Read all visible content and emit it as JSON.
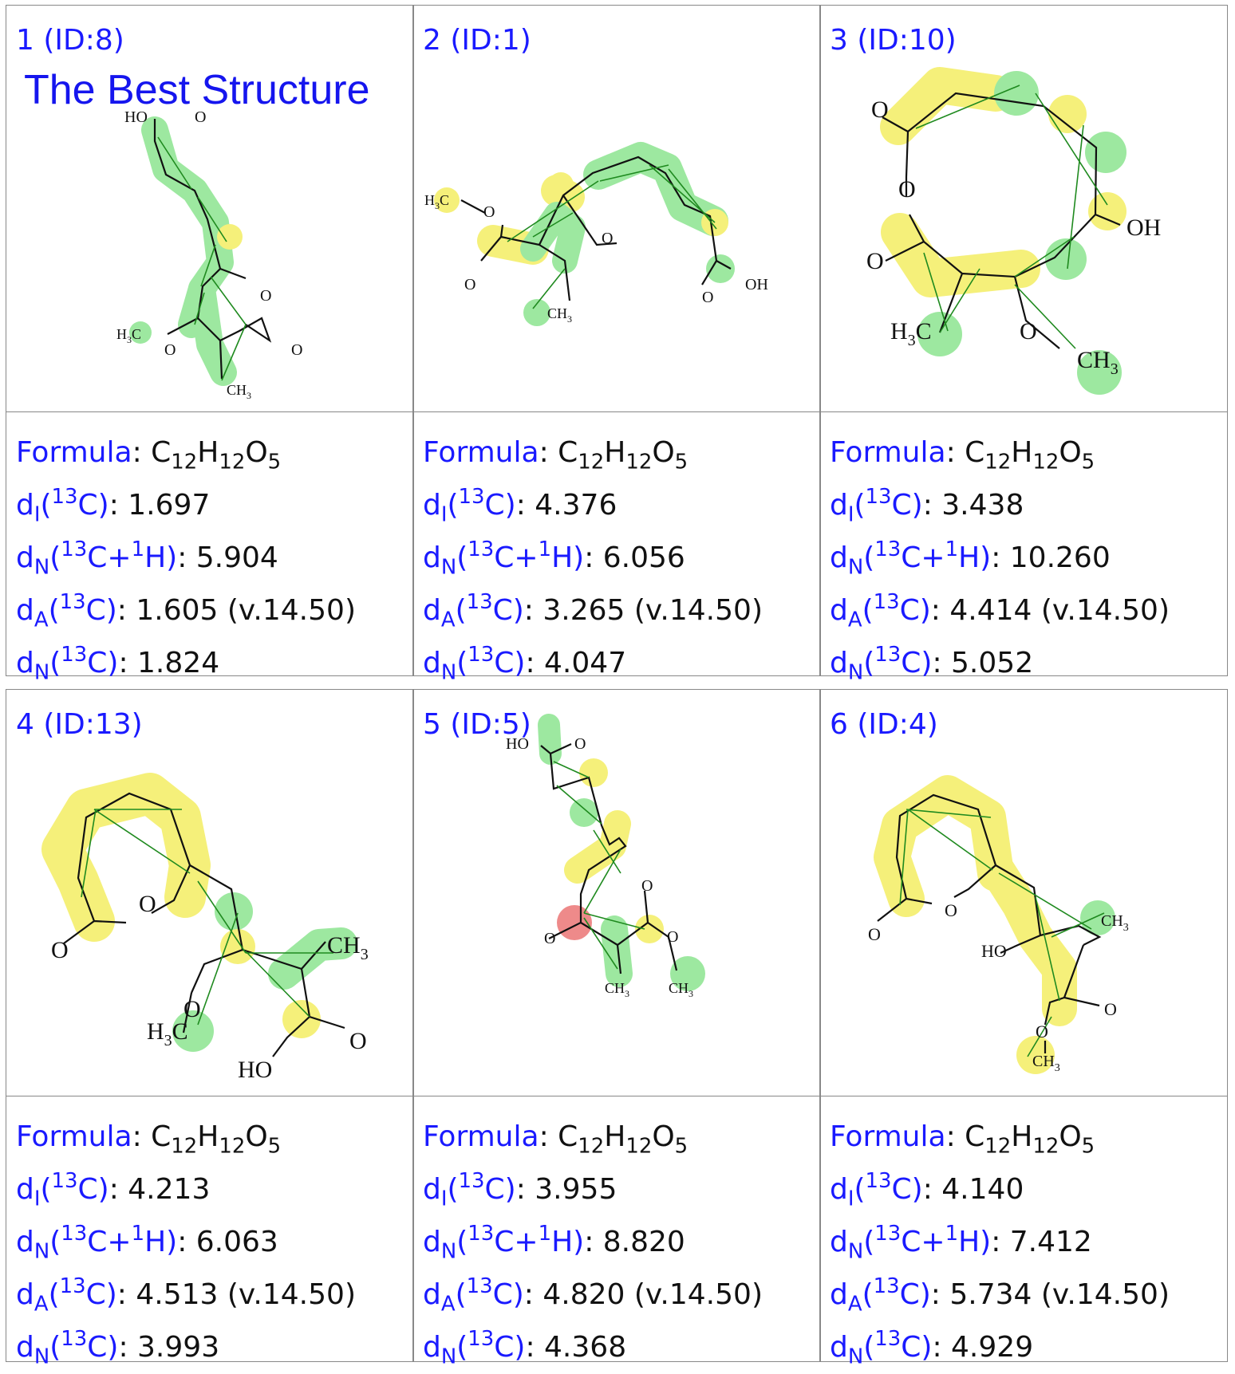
{
  "keys": {
    "formula": "Formula",
    "dI": "(13C)",
    "dN1": "(13C+1H)",
    "dA": "(13C)",
    "dN2": "(13C)"
  },
  "best_label": "The Best Structure",
  "panels": [
    {
      "label": "1 (ID:8)",
      "formula": "C12H12O5",
      "dI": "1.697",
      "dN1": "5.904",
      "dA": "1.605 (v.14.50)",
      "dN2": "1.824"
    },
    {
      "label": "2 (ID:1)",
      "formula": "C12H12O5",
      "dI": "4.376",
      "dN1": "6.056",
      "dA": "3.265 (v.14.50)",
      "dN2": "4.047"
    },
    {
      "label": "3 (ID:10)",
      "formula": "C12H12O5",
      "dI": "3.438",
      "dN1": "10.260",
      "dA": "4.414 (v.14.50)",
      "dN2": "5.052"
    },
    {
      "label": "4 (ID:13)",
      "formula": "C12H12O5",
      "dI": "4.213",
      "dN1": "6.063",
      "dA": "4.513 (v.14.50)",
      "dN2": "3.993"
    },
    {
      "label": "5 (ID:5)",
      "formula": "C12H12O5",
      "dI": "3.955",
      "dN1": "8.820",
      "dA": "4.820 (v.14.50)",
      "dN2": "4.368"
    },
    {
      "label": "6 (ID:4)",
      "formula": "C12H12O5",
      "dI": "4.140",
      "dN1": "7.412",
      "dA": "5.734 (v.14.50)",
      "dN2": "4.929"
    }
  ],
  "atoms": {
    "HO": "HO",
    "O": "O",
    "OH": "OH",
    "H": "H",
    "C": "C",
    "3": "3"
  },
  "colors": {
    "label": "#1a1aff",
    "highlight_yellow": "#f5f07a",
    "highlight_green": "#9de8a0",
    "highlight_red": "#ee8a8a",
    "arrow": "#1f8a1f"
  }
}
